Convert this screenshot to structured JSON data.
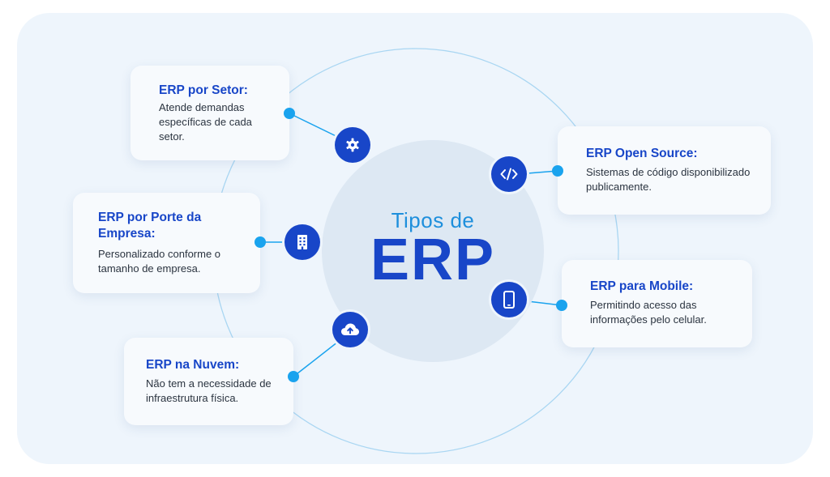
{
  "center": {
    "subtitle": "Tipos de",
    "title": "ERP"
  },
  "colors": {
    "primary": "#1846c8",
    "accent": "#1aa3ee",
    "background": "#eef5fc"
  },
  "cards": {
    "setor": {
      "title": "ERP por Setor:",
      "desc": "Atende demandas específicas de cada setor.",
      "icon": "gear-icon"
    },
    "porte": {
      "title": "ERP por Porte da Empresa:",
      "desc": "Personalizado conforme o tamanho de empresa.",
      "icon": "building-icon"
    },
    "nuvem": {
      "title": "ERP na Nuvem:",
      "desc": "Não tem a necessidade de infraestrutura física.",
      "icon": "cloud-upload-icon"
    },
    "opensource": {
      "title": "ERP Open Source:",
      "desc": "Sistemas de código disponibilizado publicamente.",
      "icon": "code-icon"
    },
    "mobile": {
      "title": "ERP para Mobile:",
      "desc": "Permitindo acesso das informações pelo celular.",
      "icon": "smartphone-icon"
    }
  }
}
